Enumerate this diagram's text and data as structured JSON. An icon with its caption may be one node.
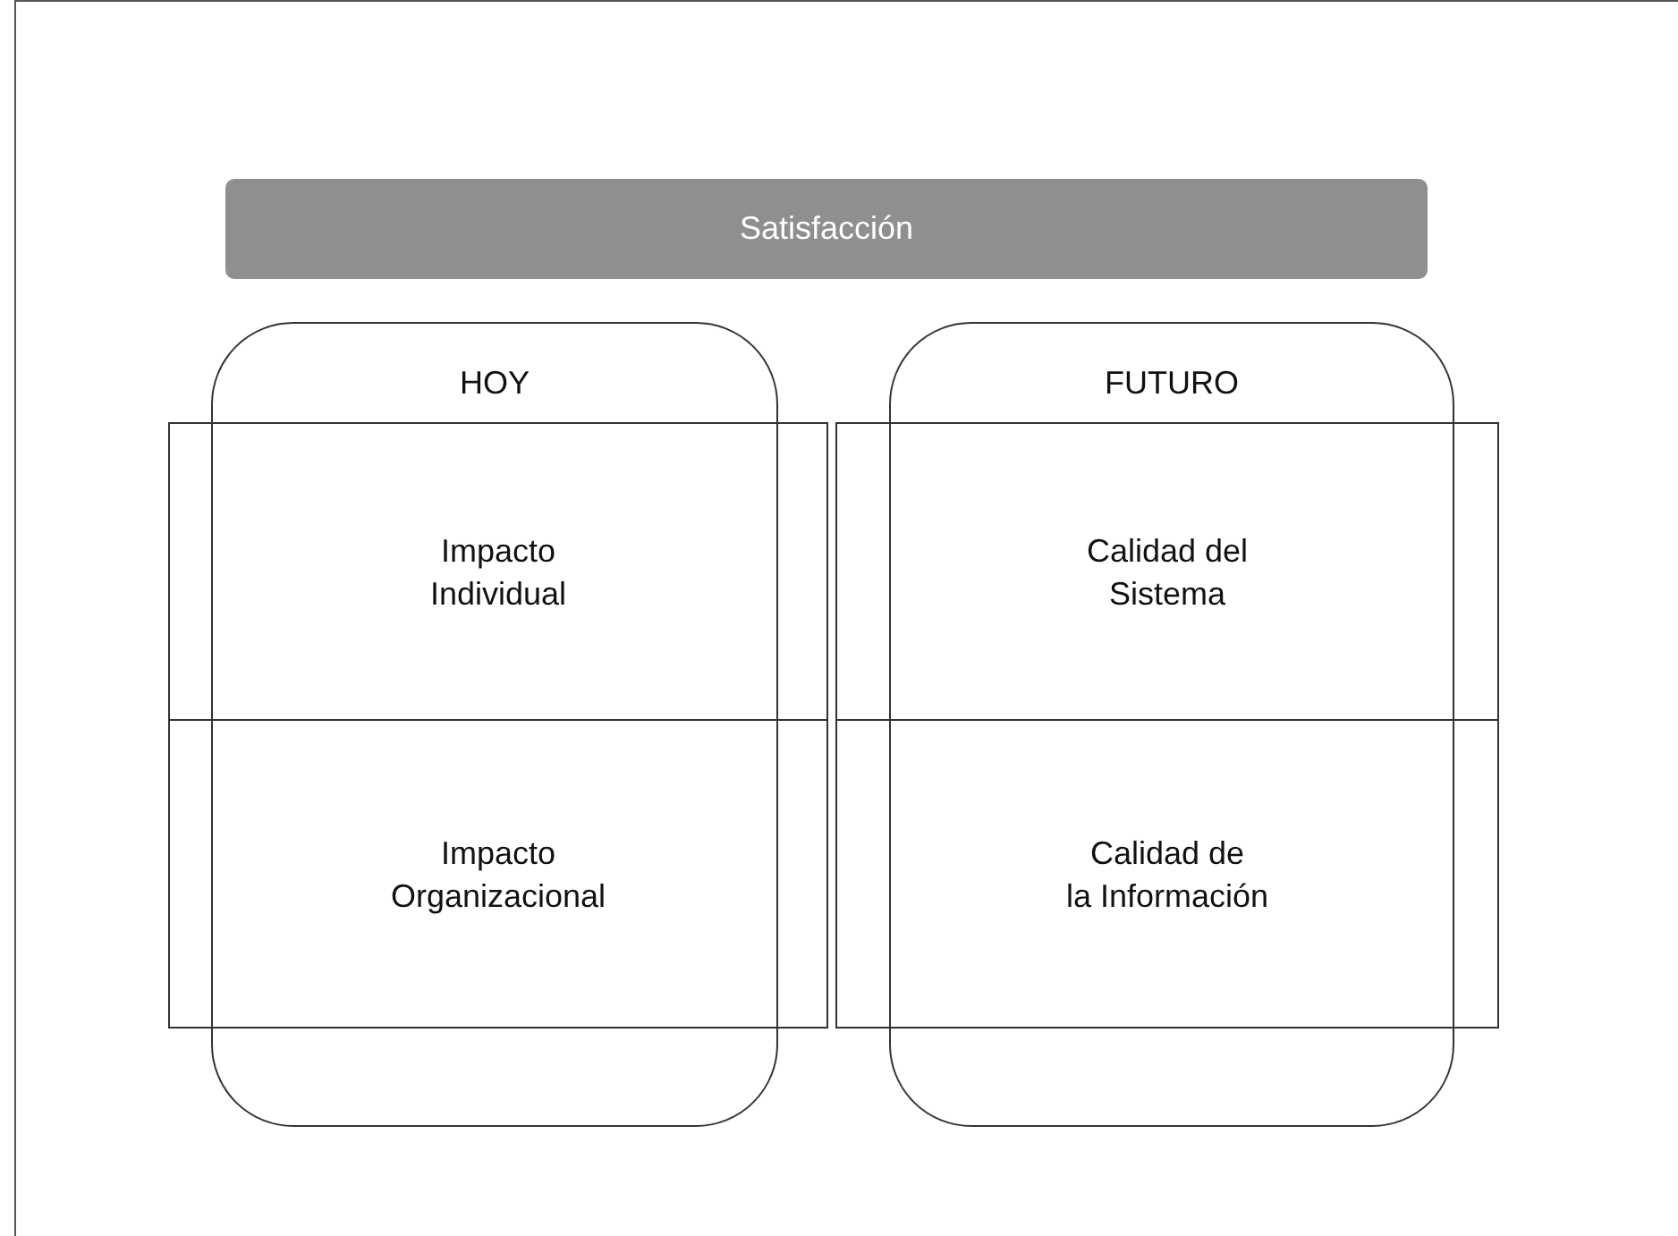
{
  "diagram": {
    "nodes": [
      {
        "text": [
          "Satisfacción"
        ]
      },
      {
        "text": [
          "HOY"
        ]
      },
      {
        "text": [
          "FUTURO"
        ]
      },
      {
        "text": [
          "Impacto Individual"
        ]
      },
      {
        "text": [
          "Calidad del Sistema"
        ]
      },
      {
        "text": [
          "Impacto Organizacional"
        ]
      },
      {
        "text": [
          "Calidad de la Información"
        ]
      }
    ],
    "edges": []
  }
}
